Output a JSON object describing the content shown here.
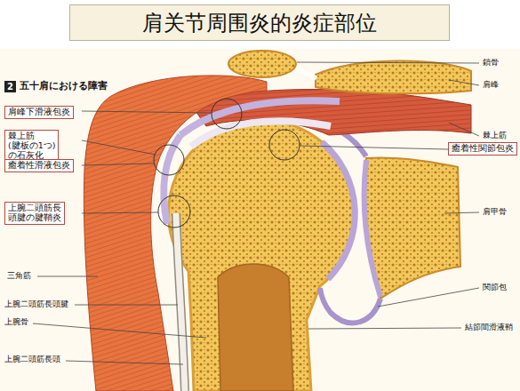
{
  "diagram": {
    "title": "肩关节周围炎的炎症部位",
    "nodes": [
      {
        "text": [
          "肩峰下滑液包炎"
        ]
      },
      {
        "text": [
          "棘上筋(腱板の1つ) の石灰化"
        ]
      },
      {
        "text": [
          "癒着性滑液包炎"
        ]
      },
      {
        "text": [
          "上腕二頭筋長 頭腱の腱鞘炎"
        ]
      },
      {
        "text": [
          "癒着性関節包炎"
        ]
      }
    ],
    "labels": [
      "2",
      "五十肩における障害",
      "鎖骨",
      "肩峰",
      "棘上筋",
      "肩甲骨",
      "関節包",
      "結節間滑液鞘",
      "三角筋",
      "上腕二頭筋長頭腱",
      "上腕骨",
      "上腕二頭筋長頭"
    ]
  }
}
